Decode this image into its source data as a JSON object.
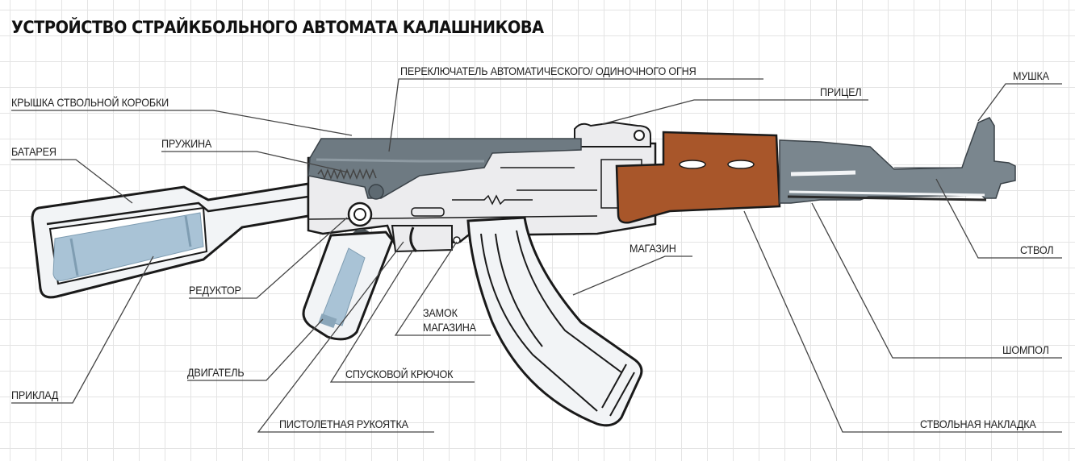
{
  "title": "УСТРОЙСТВО СТРАЙКБОЛЬНОГО АВТОМАТА КАЛАШНИКОВА",
  "colors": {
    "wood": "#a8562a",
    "metal_dark": "#6e7a82",
    "metal_light": "#8e9aa2",
    "battery": "#a9c3d6",
    "outline": "#1a1a1a",
    "grid": "#e4e4e4",
    "leader": "#444444"
  },
  "labels": {
    "selector": "ПЕРЕКЛЮЧАТЕЛЬ АВТОМАТИЧЕСКОГО/ ОДИНОЧНОГО ОГНЯ",
    "receiver_cover": "КРЫШКА СТВОЛЬНОЙ КОРОБКИ",
    "spring": "ПРУЖИНА",
    "battery": "БАТАРЕЯ",
    "rear_sight": "ПРИЦЕЛ",
    "front_sight": "МУШКА",
    "barrel": "СТВОЛ",
    "magazine": "МАГАЗИН",
    "gearbox": "РЕДУКТОР",
    "mag_catch_line1": "ЗАМОК",
    "mag_catch_line2": "МАГАЗИНА",
    "cleaning_rod": "ШОМПОЛ",
    "motor": "ДВИГАТЕЛЬ",
    "trigger": "СПУСКОВОЙ КРЮЧОК",
    "stock": "ПРИКЛАД",
    "pistol_grip": "ПИСТОЛЕТНАЯ РУКОЯТКА",
    "handguard": "СТВОЛЬНАЯ НАКЛАДКА"
  }
}
